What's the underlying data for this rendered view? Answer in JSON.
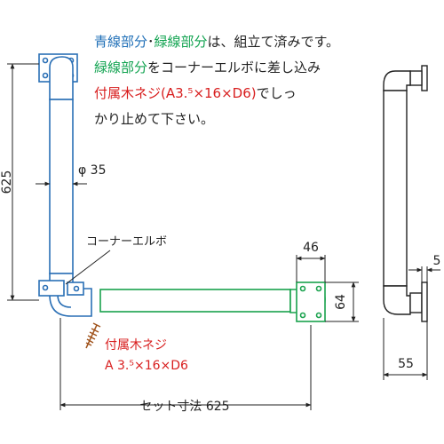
{
  "notes": {
    "line1": {
      "blue": "青線部分",
      "dot": "･",
      "green": "緑線部分",
      "rest": "は、組立て済みです。"
    },
    "line2": {
      "green": "緑線部分",
      "rest": "をコーナーエルボに差し込み"
    },
    "line3": {
      "red": "付属木ネジ(A3.⁵×16×D6)",
      "rest": "でしっ"
    },
    "line4": {
      "rest": "かり止めて下さい。"
    }
  },
  "dims": {
    "height": "625",
    "diameter": "φ 35",
    "set_size": "セット寸法 625",
    "w46": "46",
    "h64": "64",
    "w5": "5",
    "w55": "55"
  },
  "labels": {
    "corner_elbow": "コーナーエルボ",
    "screw_title": "付属木ネジ",
    "screw_spec": "A 3.⁵×16×D6"
  },
  "colors": {
    "blue": "#1f6fb7",
    "green": "#11a350",
    "red": "#d81e1e",
    "pipe_blue": "#2a6fb5",
    "pipe_green": "#19a24d"
  }
}
